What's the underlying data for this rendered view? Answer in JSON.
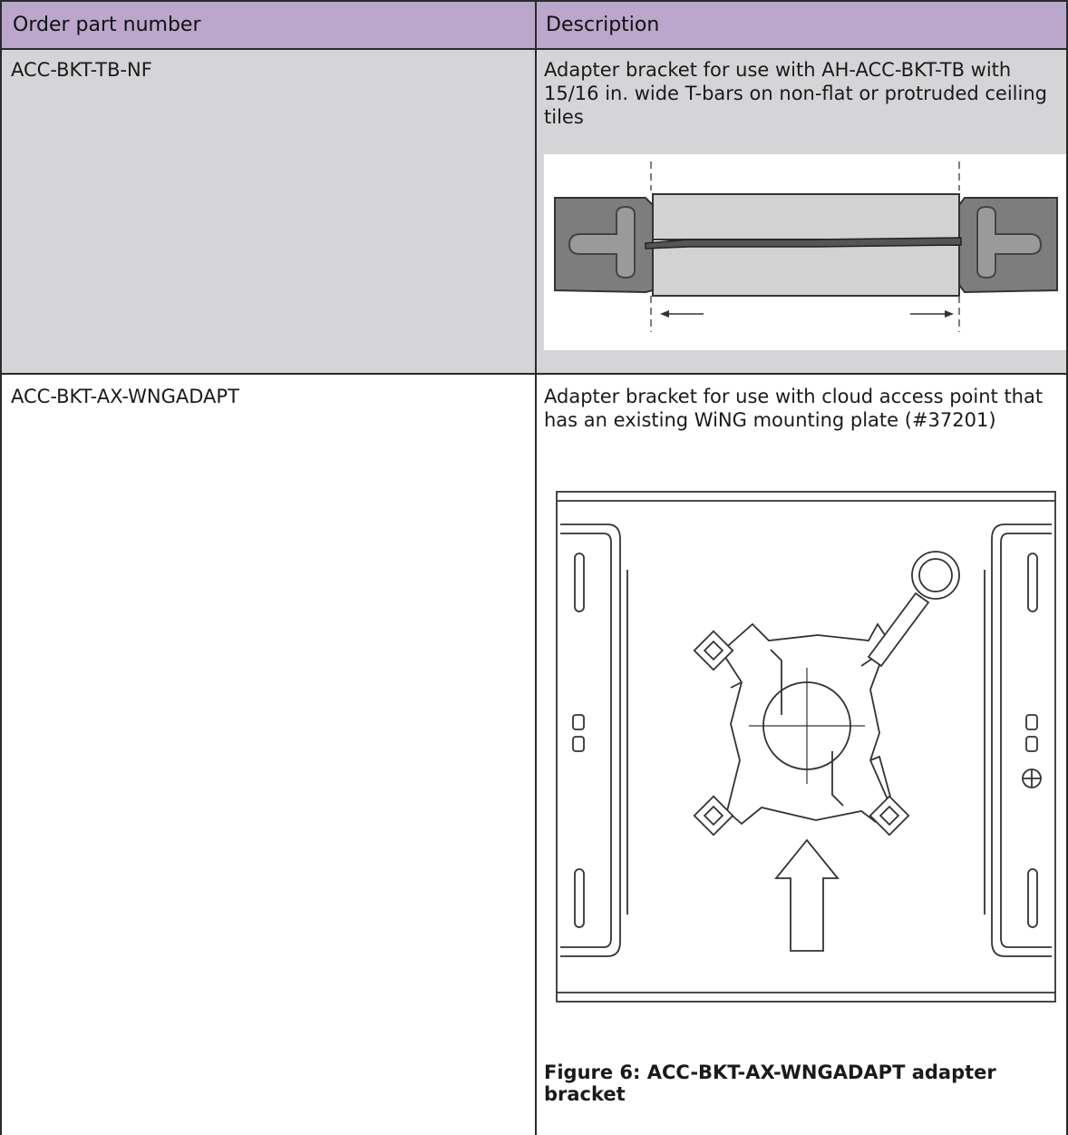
{
  "table": {
    "headers": [
      "Order part number",
      "Description"
    ],
    "rows": [
      {
        "part": "ACC-BKT-TB-NF",
        "description": "Adapter bracket for use with AH-ACC-BKT-TB with 15/16 in. wide T-bars on non-flat or protruded ceiling tiles"
      },
      {
        "part": "ACC-BKT-AX-WNGADAPT",
        "description": "Adapter bracket for use with cloud access point that has an existing WiNG mounting plate (#37201)",
        "figure_caption": "Figure 6: ACC-BKT-AX-WNGADAPT adapter bracket"
      }
    ]
  },
  "colors": {
    "header_bg": "#bba6cc",
    "row_shaded_bg": "#d5d5d8",
    "border": "#2a2a2a"
  }
}
